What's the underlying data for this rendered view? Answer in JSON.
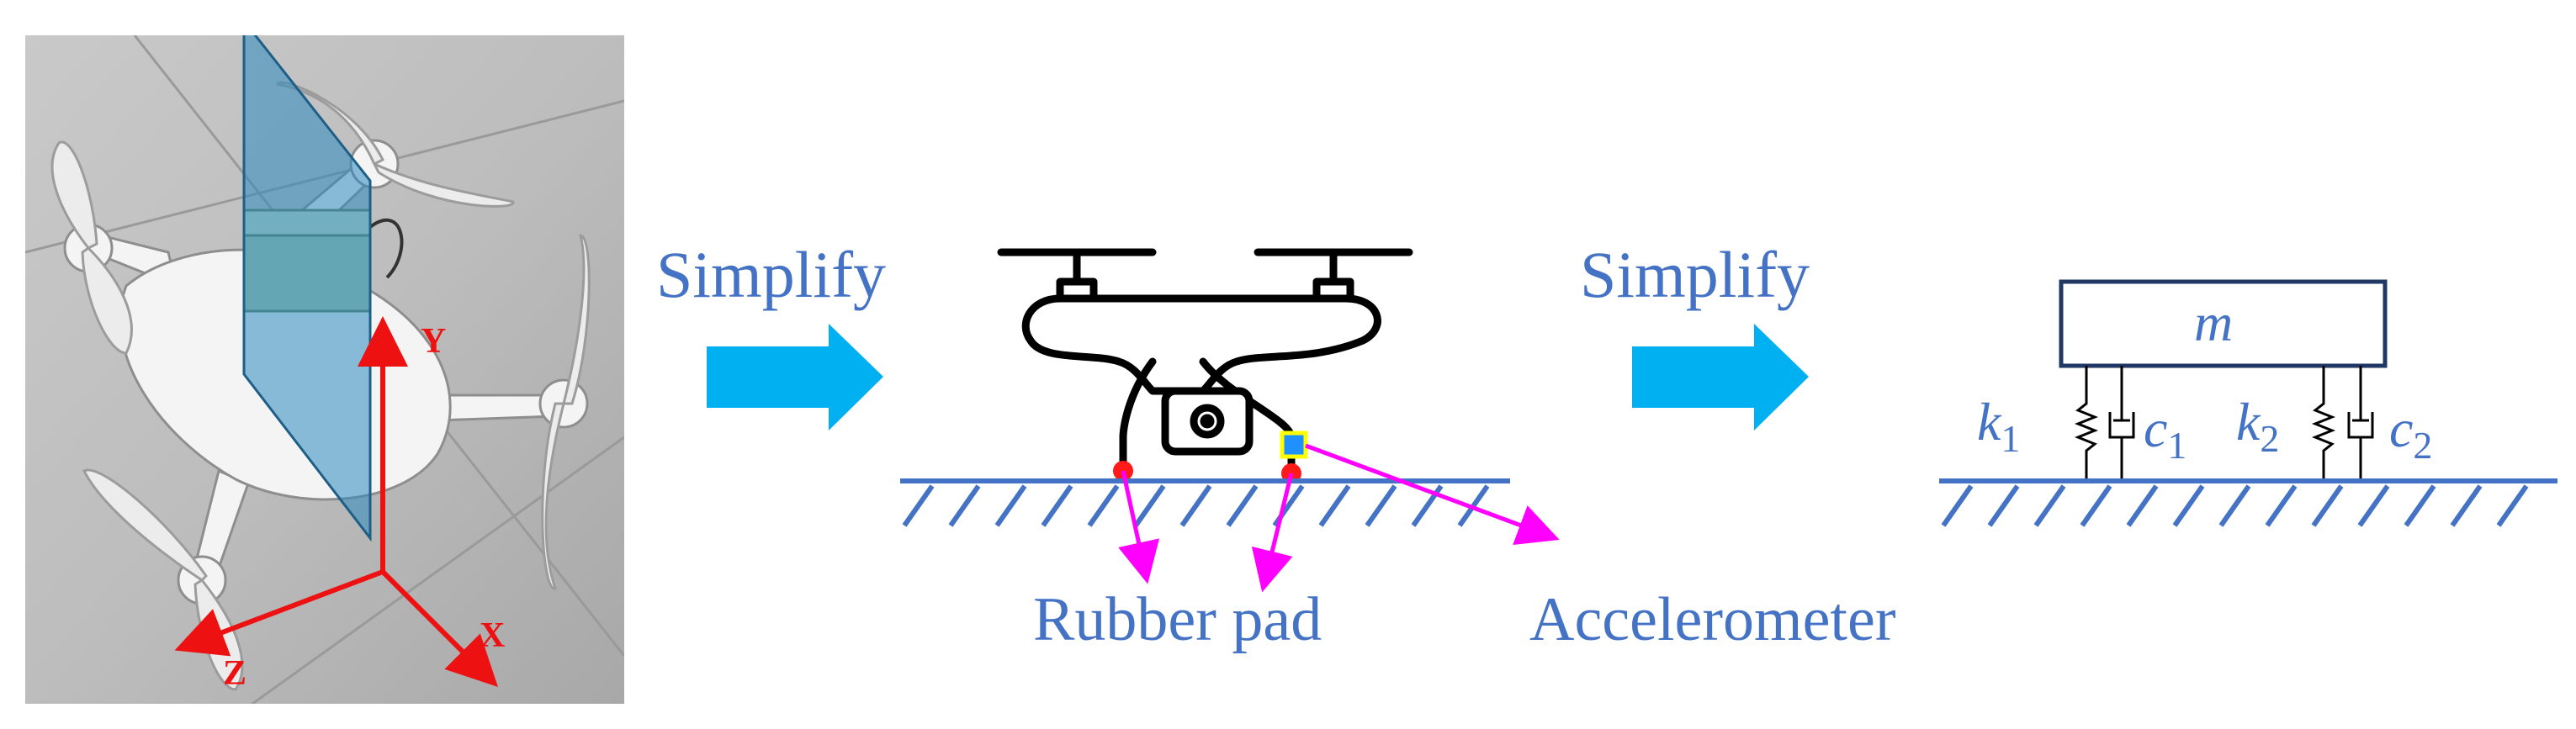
{
  "labels": {
    "simplify_1": "Simplify",
    "simplify_2": "Simplify",
    "rubber_pad": "Rubber pad",
    "accelerometer": "Accelerometer"
  },
  "axes": {
    "y": "Y",
    "x": "X",
    "z": "Z"
  },
  "model": {
    "mass": "m",
    "k1": "k",
    "k1_sub": "1",
    "c1": "c",
    "c1_sub": "1",
    "k2": "k",
    "k2_sub": "2",
    "c2": "c",
    "c2_sub": "2"
  },
  "colors": {
    "text_blue": "#4472c4",
    "arrow_cyan": "#00b0f0",
    "ground_blue": "#4472c4",
    "axis_red": "#ee1111",
    "pointer_magenta": "#ff00ff",
    "model_navy": "#1f3864",
    "plane_blue": "#2e8bc0"
  }
}
